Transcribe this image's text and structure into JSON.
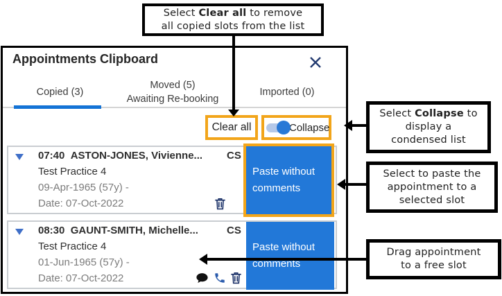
{
  "callout_top": {
    "pre": "Select ",
    "bold": "Clear all",
    "post": " to remove",
    "line2": "all copied slots from the list"
  },
  "callout_collapse": {
    "pre": "Select ",
    "bold": "Collapse",
    "post": " to",
    "line2": "display a",
    "line3": "condensed list"
  },
  "callout_paste": {
    "line1": "Select to paste the",
    "line2": "appointment to a",
    "line3": "selected slot"
  },
  "callout_drag": {
    "line1": "Drag appointment",
    "line2": "to a free slot"
  },
  "panel": {
    "title": "Appointments Clipboard",
    "close_icon": "close-x",
    "tabs": {
      "copied": "Copied (3)",
      "moved_line1": "Moved (5)",
      "moved_line2": "Awaiting Re-booking",
      "imported": "Imported (0)",
      "active_tab": "Copied (3)"
    },
    "toolbar": {
      "clear_all": "Clear all",
      "collapse": "Collapse",
      "collapse_on": true
    },
    "rows": [
      {
        "time": "07:40",
        "name": "ASTON-JONES, Vivienne...",
        "code": "CS",
        "practice": "Test Practice 4",
        "dob": "09-Apr-1965 (57y) -",
        "date": "Date: 07-Oct-2022",
        "paste": "Paste without comments",
        "icons": [
          "trash-icon"
        ]
      },
      {
        "time": "08:30",
        "name": "GAUNT-SMITH, Michelle...",
        "code": "CS",
        "practice": "Test Practice 4",
        "dob": "01-Jun-1965 (57y) -",
        "date": "Date: 07-Oct-2022",
        "paste": "Paste without comments",
        "icons": [
          "chat-icon",
          "phone-icon",
          "trash-icon"
        ]
      }
    ]
  },
  "colors": {
    "highlight_orange": "#F2A51A",
    "button_blue": "#2278D8",
    "tab_indicator_blue": "#1373D6",
    "navy_icon": "#223A70",
    "gray_text": "#7B7B7B",
    "callout_border": "#000000"
  }
}
